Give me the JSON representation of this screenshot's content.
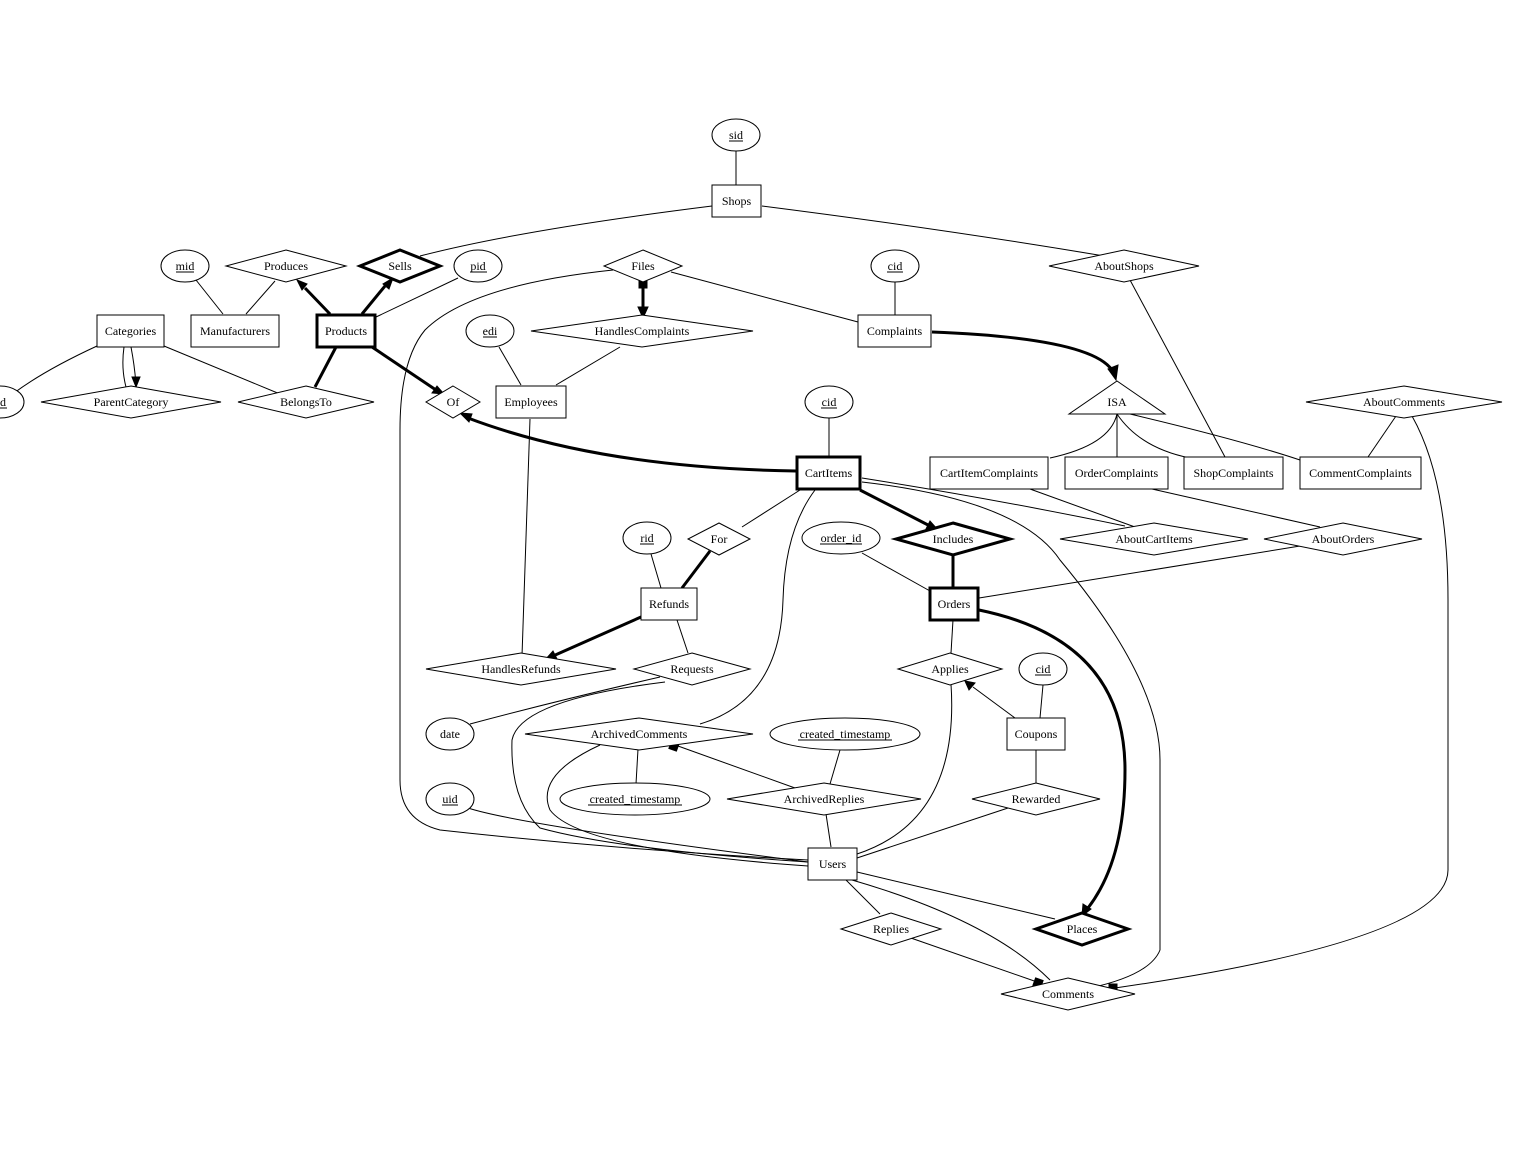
{
  "entities": {
    "shops": "Shops",
    "categories": "Categories",
    "manufacturers": "Manufacturers",
    "products": "Products",
    "complaints": "Complaints",
    "employees": "Employees",
    "cartitems": "CartItems",
    "cartitemcomplaints": "CartItemComplaints",
    "ordercomplaints": "OrderComplaints",
    "shopcomplaints": "ShopComplaints",
    "commentcomplaints": "CommentComplaints",
    "refunds": "Refunds",
    "orders": "Orders",
    "coupons": "Coupons",
    "users": "Users"
  },
  "relationships": {
    "produces": "Produces",
    "sells": "Sells",
    "files": "Files",
    "aboutshops": "AboutShops",
    "handlescomplaints": "HandlesComplaints",
    "parentcategory": "ParentCategory",
    "belongsto": "BelongsTo",
    "of": "Of",
    "aboutcomments": "AboutComments",
    "for": "For",
    "includes": "Includes",
    "aboutcartitems": "AboutCartItems",
    "aboutorders": "AboutOrders",
    "handlesrefunds": "HandlesRefunds",
    "requests": "Requests",
    "applies": "Applies",
    "archivedcomments": "ArchivedComments",
    "archivedreplies": "ArchivedReplies",
    "rewarded": "Rewarded",
    "replies": "Replies",
    "places": "Places",
    "comments": "Comments"
  },
  "attributes": {
    "sid": "sid",
    "mid": "mid",
    "pid": "pid",
    "complaint_cid": "cid",
    "edi": "edi",
    "cart_cid": "cid",
    "rid": "rid",
    "order_id": "order_id",
    "coupon_cid": "cid",
    "date": "date",
    "comment_created_timestamp": "created_timestamp",
    "reply_created_timestamp": "created_timestamp",
    "uid": "uid",
    "category_id_fragment": "d"
  },
  "isa": "ISA"
}
